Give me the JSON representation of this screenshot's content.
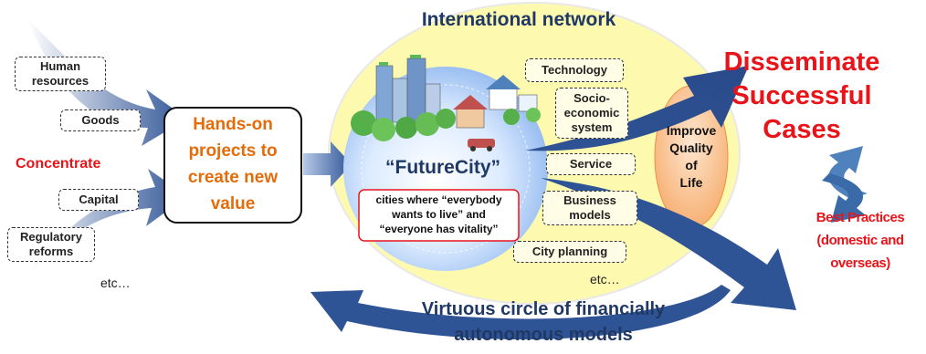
{
  "title_top": "International network",
  "left_inputs": {
    "human_resources": "Human\nresources",
    "goods": "Goods",
    "capital": "Capital",
    "regulatory_reforms": "Regulatory\nreforms",
    "etc": "etc…",
    "concentrate": "Concentrate"
  },
  "hands_on": "Hands-on\nprojects to\ncreate new\nvalue",
  "futurecity": {
    "name": "“FutureCity”",
    "description": "cities where “everybody\nwants to live” and\n“everyone has vitality”"
  },
  "elements": {
    "technology": "Technology",
    "socio_economic": "Socio-\neconomic\nsystem",
    "service": "Service",
    "business_models": "Business\nmodels",
    "city_planning": "City planning",
    "etc": "etc…"
  },
  "improve_qol": "Improve\nQuality\nof\nLife",
  "disseminate": "Disseminate\nSuccessful\nCases",
  "best_practices": "Best Practices\n(domestic and\noverseas)",
  "bottom": "Virtuous circle of financially\nautonomous models",
  "colors": {
    "navy": "#1f3864",
    "arrow_blue": "#2f5496",
    "red": "#e8141a",
    "orange": "#e46c0a",
    "yellow": "#fdfab0",
    "peach": "#f9c089"
  }
}
